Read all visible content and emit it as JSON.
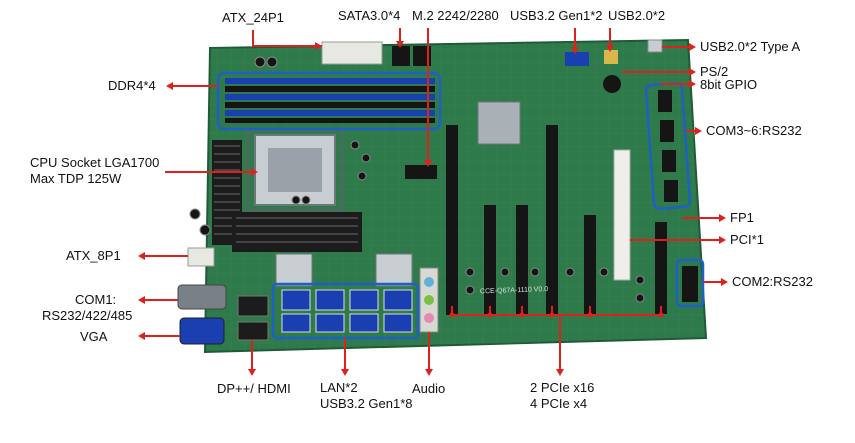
{
  "labels": {
    "atx24": "ATX_24P1",
    "sata": "SATA3.0*4",
    "m2": "M.2 2242/2280",
    "usb32g1x2": "USB3.2 Gen1*2",
    "usb20x2": "USB2.0*2",
    "usb20typea": "USB2.0*2 Type A",
    "ps2": "PS/2",
    "gpio": "8bit GPIO",
    "ddr4": "DDR4*4",
    "com3to6": "COM3~6:RS232",
    "cpu_line1": "CPU Socket LGA1700",
    "cpu_line2": "Max TDP 125W",
    "fp1": "FP1",
    "pci": "PCI*1",
    "atx8": "ATX_8P1",
    "com2": "COM2:RS232",
    "com1_line1": "COM1:",
    "com1_line2": "RS232/422/485",
    "vga": "VGA",
    "dp_hdmi": "DP++/ HDMI",
    "lan_line1": "LAN*2",
    "lan_line2": "USB3.2 Gen1*8",
    "audio": "Audio",
    "pcie_line1": "2 PCIe x16",
    "pcie_line2": "4 PCIe x4"
  },
  "board_silkscreen": "CCE-Q67A-1110 V0.0",
  "colors": {
    "pcb": "#2f7a4a",
    "pcb_dark": "#1f5a36",
    "arrow": "#e0201c",
    "highlight": "#1e5fc8",
    "text": "#111111",
    "slot": "#151515",
    "heatsink": "#1c1c1c",
    "metal": "#c8cdd2"
  },
  "icons": {
    "arrow": "red-arrow-icon"
  }
}
